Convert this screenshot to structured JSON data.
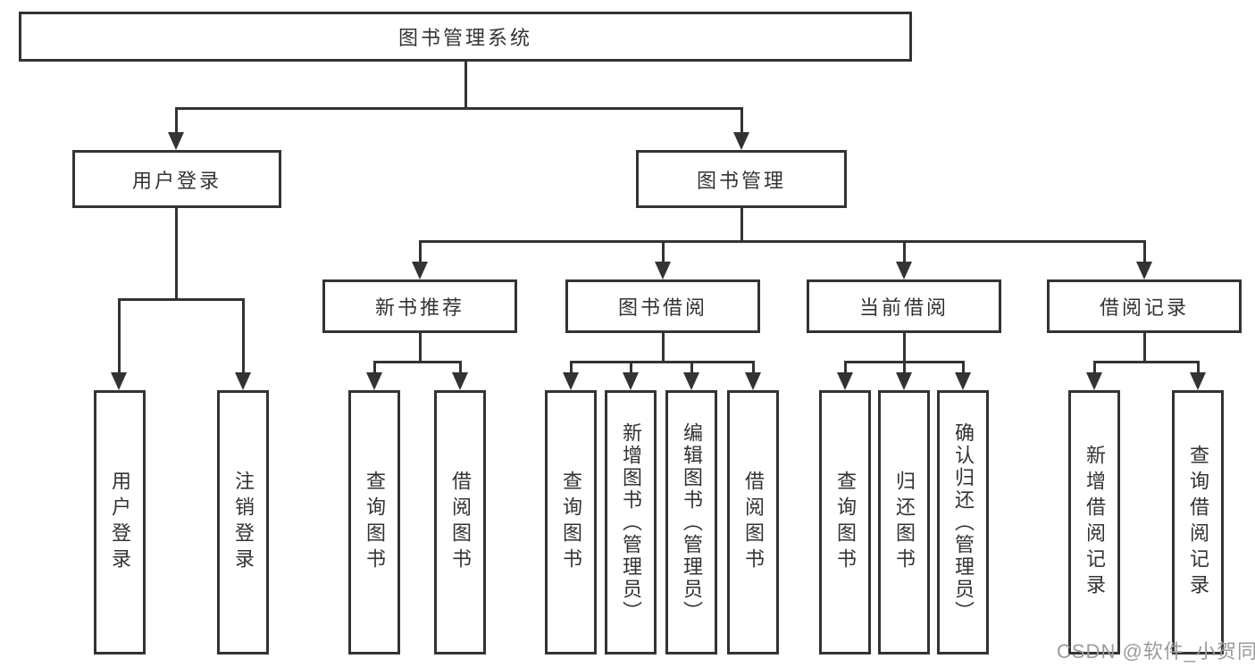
{
  "colors": {
    "line": "#333333",
    "text": "#333333",
    "watermark": "#9b9b9b",
    "background": "#ffffff"
  },
  "tree": {
    "label": "图书管理系统",
    "children": [
      {
        "label": "用户登录",
        "children": [
          {
            "label": "用户登录"
          },
          {
            "label": "注销登录"
          }
        ]
      },
      {
        "label": "图书管理",
        "children": [
          {
            "label": "新书推荐",
            "children": [
              {
                "label": "查询图书"
              },
              {
                "label": "借阅图书"
              }
            ]
          },
          {
            "label": "图书借阅",
            "children": [
              {
                "label": "查询图书"
              },
              {
                "label": "新增图书（管理员）"
              },
              {
                "label": "编辑图书（管理员）"
              },
              {
                "label": "借阅图书"
              }
            ]
          },
          {
            "label": "当前借阅",
            "children": [
              {
                "label": "查询图书"
              },
              {
                "label": "归还图书"
              },
              {
                "label": "确认归还（管理员）"
              }
            ]
          },
          {
            "label": "借阅记录",
            "children": [
              {
                "label": "新增借阅记录"
              },
              {
                "label": "查询借阅记录"
              }
            ]
          }
        ]
      }
    ]
  },
  "watermark": "CSDN @软件_小贺同学"
}
